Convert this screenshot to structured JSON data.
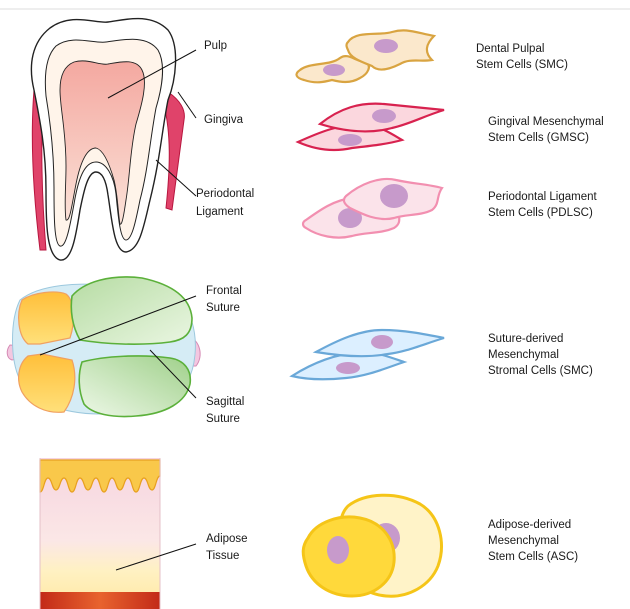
{
  "labels": {
    "pulp": "Pulp",
    "gingiva": "Gingiva",
    "periodontal": [
      "Periodontal",
      "Ligament"
    ],
    "frontal": [
      "Frontal",
      "Suture"
    ],
    "sagittal": [
      "Sagittal",
      "Suture"
    ],
    "adipose": [
      "Adipose",
      "Tissue"
    ]
  },
  "cells": {
    "dpsc": [
      "Dental Pulpal",
      "Stem Cells (SMC)"
    ],
    "gmsc": [
      "Gingival Mesenchymal",
      "Stem Cells (GMSC)"
    ],
    "pdlsc": [
      "Periodontal Ligament",
      "Stem Cells (PDLSC)"
    ],
    "suture": [
      "Suture-derived",
      "Mesenchymal",
      "Stromal Cells (SMC)"
    ],
    "asc": [
      "Adipose-derived",
      "Mesenchymal",
      "Stem Cells (ASC)"
    ]
  },
  "colors": {
    "pulp_cell": "#d9a441",
    "gingival_cell": "#d8224f",
    "pdl_cell": "#f28fb0",
    "suture_cell": "#6aa8d8",
    "adipose_cell": "#ffd93b",
    "nucleus": "#c79acb",
    "tooth_outline": "#222222",
    "gingiva": "#e0436a",
    "skull_green": "#6bb84a",
    "skull_orange": "#f2a23a"
  }
}
